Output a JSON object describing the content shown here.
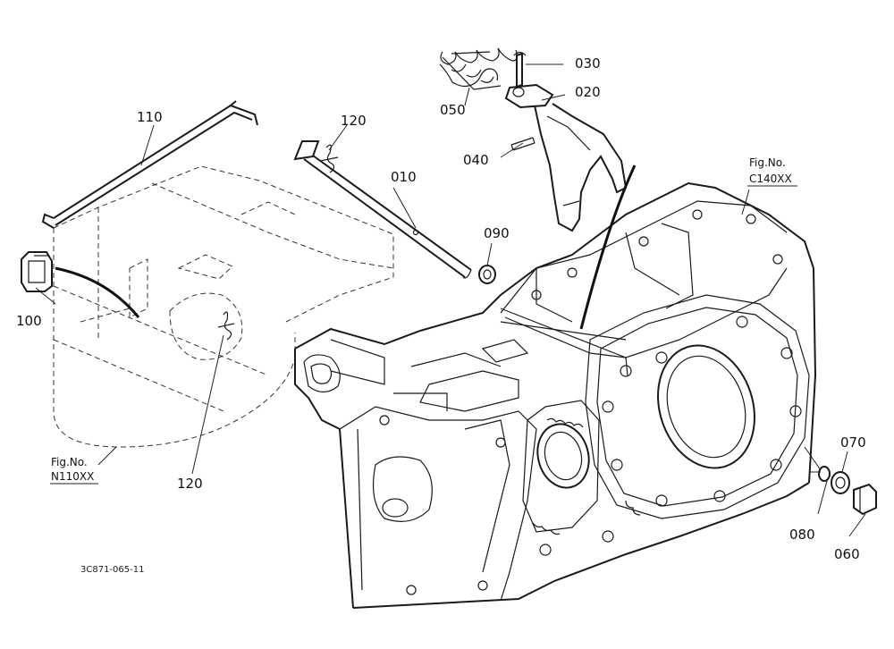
{
  "callouts": {
    "p010": "010",
    "p020": "020",
    "p030": "030",
    "p040": "040",
    "p050": "050",
    "p060": "060",
    "p070": "070",
    "p080": "080",
    "p090": "090",
    "p100": "100",
    "p110": "110",
    "p120a": "120",
    "p120b": "120"
  },
  "figure_refs": {
    "n110": {
      "prefix": "Fig.No.",
      "code": "N110XX"
    },
    "c140": {
      "prefix": "Fig.No.",
      "code": "C140XX"
    }
  },
  "drawing_code": "3C871-065-11"
}
